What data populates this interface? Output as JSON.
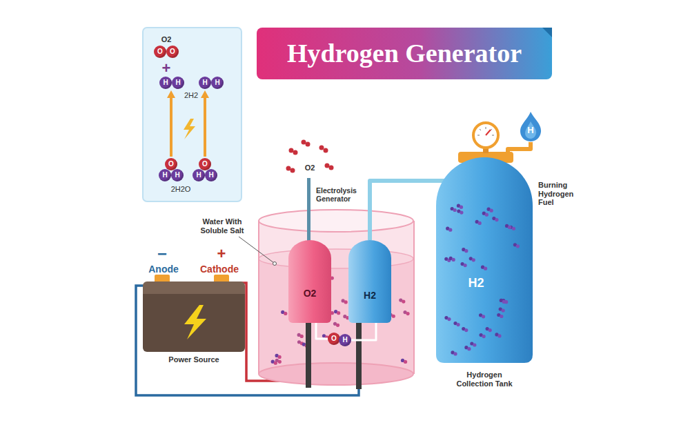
{
  "diagram": {
    "title": "Hydrogen Generator",
    "nodes": [
      {
        "text": [
          "O2",
          "+",
          "2H2",
          "2H2O"
        ]
      },
      {
        "text": [
          "O"
        ],
        "in": 0
      },
      {
        "text": [
          "O"
        ],
        "in": 0
      },
      {
        "text": [
          "H"
        ],
        "in": 0
      },
      {
        "text": [
          "H"
        ],
        "in": 0
      },
      {
        "text": [
          "H"
        ],
        "in": 0
      },
      {
        "text": [
          "H"
        ],
        "in": 0
      },
      {
        "text": [
          "O"
        ],
        "in": 0
      },
      {
        "text": [
          "H"
        ],
        "in": 0
      },
      {
        "text": [
          "H"
        ],
        "in": 0
      },
      {
        "text": [
          "O"
        ],
        "in": 0
      },
      {
        "text": [
          "H"
        ],
        "in": 0
      },
      {
        "text": [
          "H"
        ],
        "in": 0
      },
      {
        "text": [
          "Power Source"
        ]
      },
      {
        "text": [
          "O2"
        ]
      },
      {
        "text": [
          "H2"
        ]
      },
      {
        "text": [
          "O"
        ]
      },
      {
        "text": [
          "H"
        ]
      },
      {
        "text": [
          "H2",
          "Hydrogen Collection Tank"
        ]
      },
      {
        "text": [
          "H"
        ]
      }
    ],
    "edges": [
      {
        "from": 7,
        "to": 3,
        "arrow": "to"
      },
      {
        "from": 10,
        "to": 5,
        "arrow": "to"
      },
      {
        "from": 16,
        "to": 14,
        "arrow": "none"
      },
      {
        "from": 17,
        "to": 15,
        "arrow": "none"
      },
      {
        "from": 15,
        "to": 18,
        "arrow": "none"
      },
      {
        "from": 18,
        "to": 19,
        "arrow": "none"
      }
    ],
    "labels": [
      "−",
      "Anode",
      "+",
      "Cathode",
      "Water With Soluble Salt",
      "O2",
      "Electrolysis Generator",
      "Burning Hydrogen Fuel"
    ]
  }
}
